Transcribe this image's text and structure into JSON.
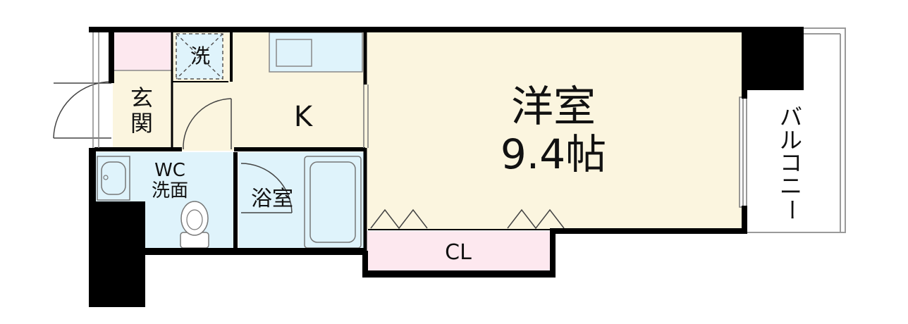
{
  "rooms": {
    "western_room": {
      "name": "洋室",
      "size": "9.4帖"
    },
    "kitchen": "K",
    "entrance": {
      "line1": "玄",
      "line2": "関"
    },
    "wc": {
      "line1": "WC",
      "line2": "洗面"
    },
    "bathroom": "浴室",
    "closet": "CL",
    "washer": "洗",
    "balcony": [
      "バ",
      "ル",
      "コ",
      "ニ",
      "ー"
    ]
  },
  "colors": {
    "wall": "#000000",
    "western_room_floor": "#fbf5df",
    "kitchen_floor": "#fbf5df",
    "wet_area_floor": "#dff3fb",
    "closet_floor": "#fde8ef",
    "shoe_box_floor": "#fde8ef"
  }
}
